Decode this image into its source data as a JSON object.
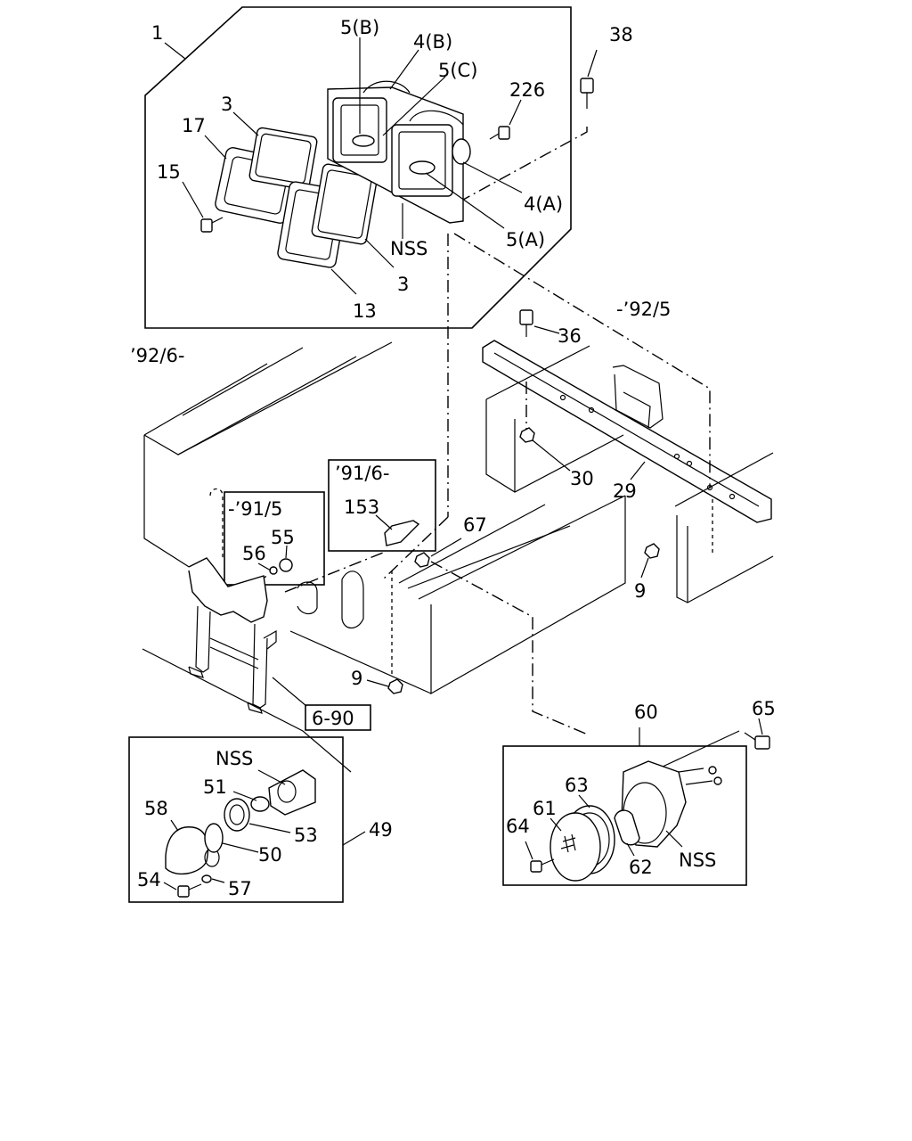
{
  "callouts": {
    "c1": "1",
    "c5b": "5(B)",
    "c4b": "4(B)",
    "c5c": "5(C)",
    "c226": "226",
    "c38": "38",
    "c3_top": "3",
    "c17": "17",
    "c15": "15",
    "c4a": "4(A)",
    "c5a": "5(A)",
    "nss_top": "NSS",
    "c3_bottom": "3",
    "c13": "13",
    "c36": "36",
    "c30": "30",
    "c29": "29",
    "c153": "153",
    "c67": "67",
    "c55": "55",
    "c56": "56",
    "c9_right": "9",
    "c9_center": "9",
    "c60": "60",
    "c65": "65",
    "c63": "63",
    "c61": "61",
    "c64": "64",
    "c62": "62",
    "nss_right": "NSS",
    "nss_left": "NSS",
    "c51": "51",
    "c58": "58",
    "c53": "53",
    "c50": "50",
    "c49": "49",
    "c54": "54",
    "c57": "57"
  },
  "date_notes": {
    "until_92_5": "-’92/5",
    "from_92_6": "’92/6-",
    "from_91_6": "’91/6-",
    "until_91_5": "-’91/5"
  },
  "reference": {
    "ref_6_90": "6-90"
  }
}
